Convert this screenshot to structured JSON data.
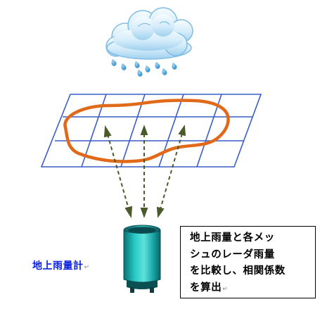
{
  "gauge": {
    "label": "地上雨量計",
    "return_mark": "↵"
  },
  "note": {
    "lines": [
      "地上雨量と各メッ",
      "シュのレーダ雨量",
      "を比較し、相関係数",
      "を算出"
    ],
    "return_mark": "↵"
  },
  "colors": {
    "grid": "#3a5dc8",
    "outline": "#e06a1a",
    "arrow": "#4a5a2a",
    "cloud": "#d6eefa",
    "cloud_edge": "#8ec5ea",
    "rain": "#2f8fcf",
    "gauge_body": "#1fb5b5",
    "label_blue": "#0a1fe0"
  },
  "icons": [
    "cloud-icon",
    "raindrop-icon",
    "rain-gauge-icon"
  ]
}
